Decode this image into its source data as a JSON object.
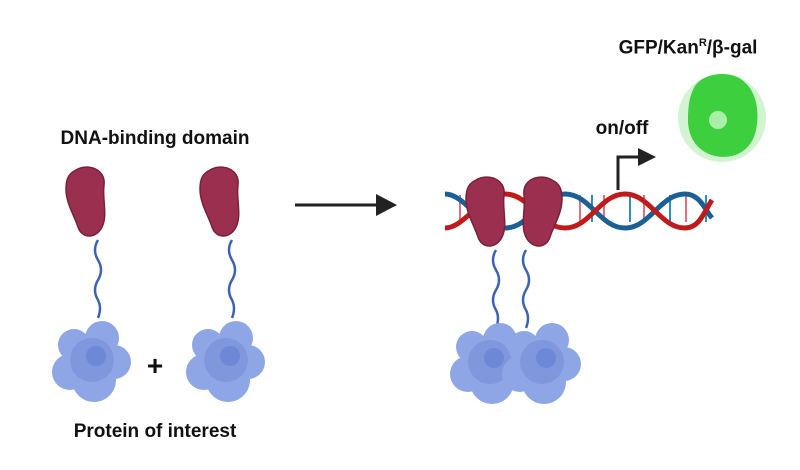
{
  "labels": {
    "dna_binding_domain": "DNA-binding domain",
    "protein_of_interest": "Protein of interest",
    "plus": "+",
    "on_off": "on/off",
    "reporter_prefix": "GFP/Kan",
    "reporter_sup": "R",
    "reporter_suffix": "/β-gal"
  },
  "colors": {
    "dbd": "#9b2f4f",
    "poi": "#8fa6e6",
    "linker": "#3d63b0",
    "dna_strand_red": "#c01a1a",
    "dna_strand_blue": "#1a5f95",
    "gfp": "#3ecf3e",
    "arrow": "#222222"
  }
}
